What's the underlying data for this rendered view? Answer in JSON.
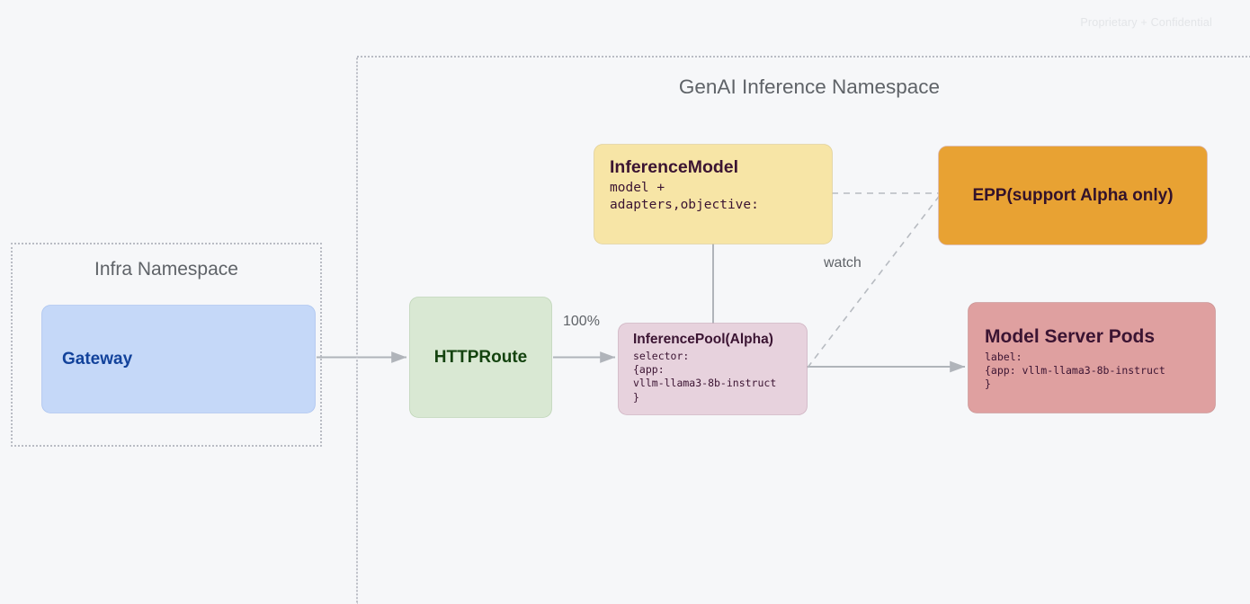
{
  "watermark": "Proprietary + Confidential",
  "namespaces": [
    {
      "id": "infra",
      "title": "Infra Namespace"
    },
    {
      "id": "genai",
      "title": "GenAI Inference Namespace"
    }
  ],
  "nodes": {
    "gateway": {
      "title": "Gateway",
      "subtitle": "",
      "color": "#c5d8f8",
      "text_color": "#12429b"
    },
    "httproute": {
      "title": "HTTPRoute",
      "subtitle": "",
      "color": "#d9e8d3",
      "text_color": "#14430f"
    },
    "inferencemodel": {
      "title": "InferenceModel",
      "subtitle": "model +\nadapters,objective:",
      "color": "#f7e5a6",
      "text_color": "#3b1432"
    },
    "epp": {
      "title": "EPP(support Alpha only)",
      "subtitle": "",
      "color": "#e8a233",
      "text_color": "#33122b"
    },
    "inferencepool": {
      "title": "InferencePool(Alpha)",
      "subtitle": "selector:\n{app:\nvllm-llama3-8b-instruct\n}",
      "color": "#e7d2dd",
      "text_color": "#3b1432"
    },
    "modelserverpods": {
      "title": "Model Server Pods",
      "subtitle": "label:\n{app: vllm-llama3-8b-instruct\n}",
      "color": "#dfa0a0",
      "text_color": "#3b1432"
    }
  },
  "edges": {
    "traffic_split_label": "100%",
    "watch_label": "watch"
  },
  "colors": {
    "background": "#f6f7f9",
    "namespace_border": "#b9bcc4",
    "connector": "#b0b4ba",
    "watermark": "#e3e5e8"
  }
}
